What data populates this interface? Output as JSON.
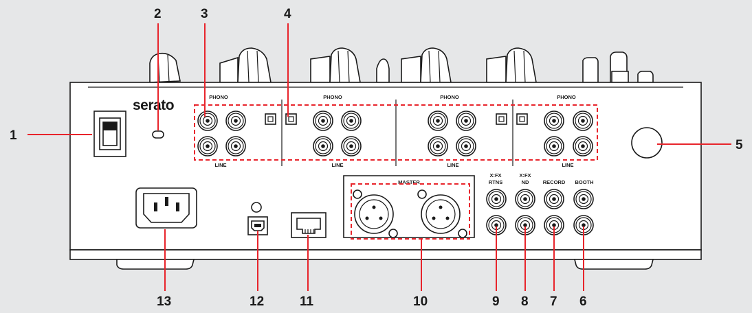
{
  "brand": "serato",
  "labels": {
    "phono": "PHONO",
    "line": "LINE",
    "master": "MASTER",
    "xfx_rtns_1": "X:FX",
    "xfx_rtns_2": "RTNS",
    "xfx_nd_1": "X:FX",
    "xfx_nd_2": "ND",
    "record": "RECORD",
    "booth": "BOOTH"
  },
  "callouts": {
    "c1": "1",
    "c2": "2",
    "c3": "3",
    "c4": "4",
    "c5": "5",
    "c6": "6",
    "c7": "7",
    "c8": "8",
    "c9": "9",
    "c10": "10",
    "c11": "11",
    "c12": "12",
    "c13": "13"
  },
  "colors": {
    "background": "#e6e7e8",
    "line": "#1a1a1a",
    "highlight": "#e8242b"
  }
}
